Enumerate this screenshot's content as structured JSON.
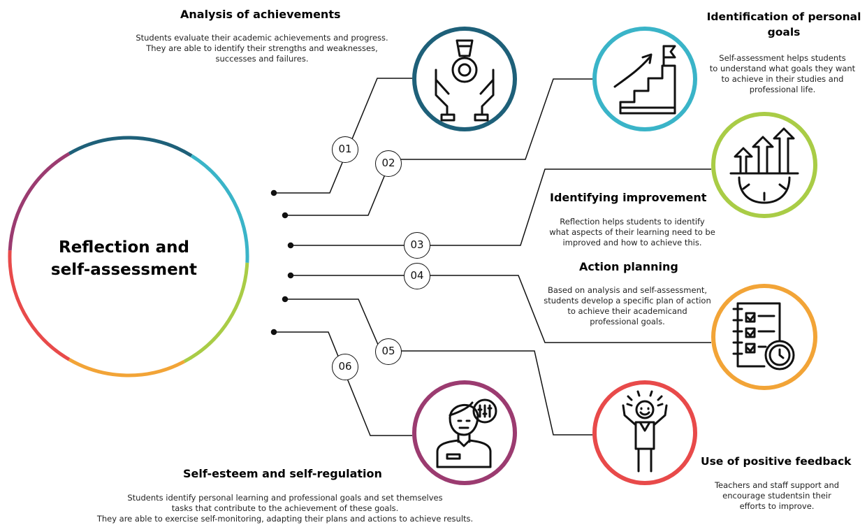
{
  "center": {
    "title": "Reflection and\nself-assessment"
  },
  "colors": {
    "navy": "#1e6079",
    "teal": "#3ab4c8",
    "green": "#a9cc46",
    "orange": "#f2a437",
    "red": "#e84a4a",
    "purple": "#9b3b70"
  },
  "steps": [
    {
      "num": "01",
      "title": "Analysis of achievements",
      "desc": "Students evaluate their academic achievements and progress.\nThey are able to identify their strengths and weaknesses,\nsuccesses and failures.",
      "icon": "medal-hands-icon",
      "color": "navy"
    },
    {
      "num": "02",
      "title": "Identification of personal\ngoals",
      "desc": "Self-assessment helps students\nto understand what goals they want\nto achieve in their studies and\nprofessional life.",
      "icon": "growth-stairs-flag-icon",
      "color": "teal"
    },
    {
      "num": "03",
      "title": "Identifying improvement",
      "desc": "Reflection helps students to identify\nwhat aspects of their learning need to be\nimproved and how to achieve this.",
      "icon": "gear-arrows-up-icon",
      "color": "green"
    },
    {
      "num": "04",
      "title": "Action planning",
      "desc": "Based on analysis and self-assessment,\nstudents  develop a specific plan of action\nto achieve their academicand\nprofessional goals.",
      "icon": "checklist-clock-icon",
      "color": "orange"
    },
    {
      "num": "05",
      "title": "Use of positive feedback",
      "desc": "Teachers and staff support and\nencourage studentsin their\nefforts to improve.",
      "icon": "happy-person-icon",
      "color": "red"
    },
    {
      "num": "06",
      "title": "Self-esteem and self-regulation",
      "desc": "Students identify personal learning and professional goals and set themselves\ntasks that contribute to the achievement of these goals.\nThey are able to exercise self-monitoring, adapting their plans and actions to achieve results.",
      "icon": "person-sliders-icon",
      "color": "purple"
    }
  ]
}
